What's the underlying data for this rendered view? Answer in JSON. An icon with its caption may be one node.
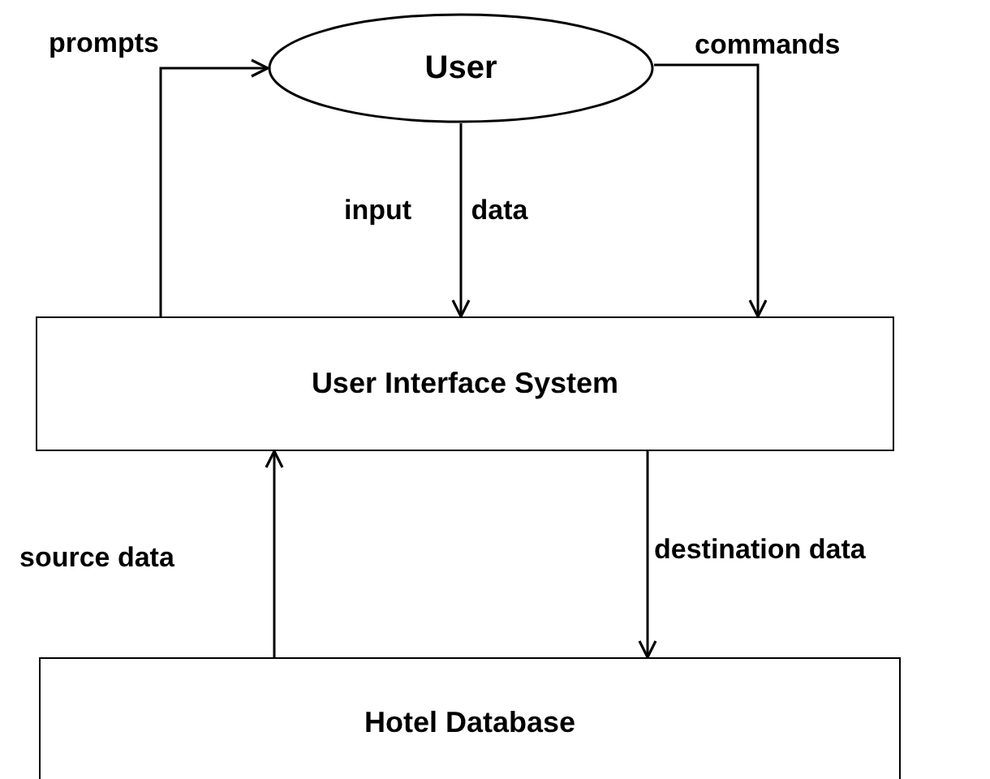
{
  "diagram": {
    "nodes": [
      {
        "text": [
          "User"
        ]
      },
      {
        "text": [
          "User Interface System"
        ]
      },
      {
        "text": [
          "Hotel Database"
        ]
      }
    ],
    "edges": [
      {
        "from": 1,
        "to": 0,
        "arrow": "to",
        "label": "prompts"
      },
      {
        "from": 0,
        "to": 1,
        "arrow": "to",
        "label": "input data"
      },
      {
        "from": 0,
        "to": 1,
        "arrow": "to",
        "label": "commands"
      },
      {
        "from": 2,
        "to": 1,
        "arrow": "to",
        "label": "source data"
      },
      {
        "from": 1,
        "to": 2,
        "arrow": "to",
        "label": "destination data"
      }
    ]
  }
}
